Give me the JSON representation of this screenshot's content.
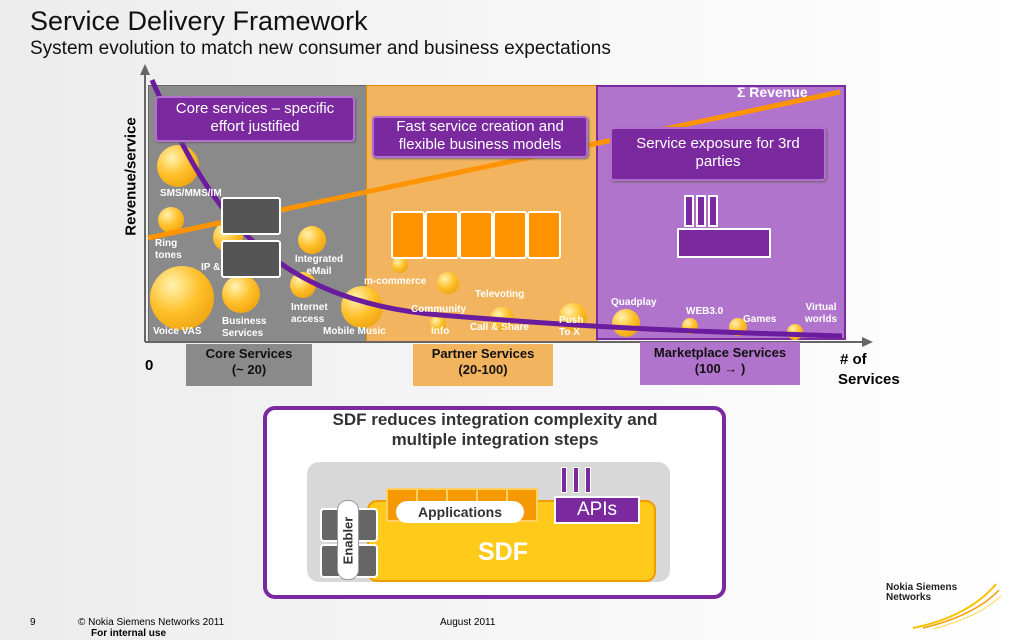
{
  "header": {
    "title": "Service Delivery Framework",
    "subtitle": "System evolution to match new consumer and business expectations"
  },
  "chart": {
    "ylabel": "Revenue/service",
    "xlabel_line1": "# of",
    "xlabel_line2": "Services",
    "zero": "0",
    "revenue_label": "Σ Revenue",
    "callouts": {
      "core": "Core services – specific effort justified",
      "partner": "Fast service creation and flexible business models",
      "exposure": "Service exposure for 3rd parties"
    },
    "bubbles": {
      "sms": "SMS/MMS/IM",
      "ring": "Ring tones",
      "ip": "IP &",
      "integrated": "Integrated eMail",
      "voice": "Voice VAS",
      "business": "Business Services",
      "internet": "Internet access",
      "mobile_music": "Mobile Music",
      "mcommerce": "m-commerce",
      "community": "Community",
      "info": "Info",
      "televoting": "Televoting",
      "callshare": "Call & Share",
      "push": "Push To X",
      "quadplay": "Quadplay",
      "web3": "WEB3.0",
      "games": "Games",
      "virtual": "Virtual worlds"
    },
    "categories": {
      "core_line1": "Core Services",
      "core_line2": "(~ 20)",
      "partner_line1": "Partner Services",
      "partner_line2": "(20-100)",
      "market_line1": "Marketplace Services",
      "market_line2": "(100 → )"
    },
    "colors": {
      "core_region": "#8a8a8a",
      "partner_region": "#f2b45e",
      "market_region": "#b074cc",
      "revenue_line": "#ff9400",
      "curve": "#6b1c9e"
    }
  },
  "sdf": {
    "heading_line1": "SDF reduces integration complexity and",
    "heading_line2": "multiple integration steps",
    "applications": "Applications",
    "apis": "APIs",
    "sdf": "SDF",
    "enabler": "Enabler"
  },
  "footer": {
    "page": "9",
    "copyright": "© Nokia Siemens Networks 2011",
    "internal": "For internal use",
    "date": "August 2011",
    "logo_line1": "Nokia Siemens",
    "logo_line2": "Networks"
  }
}
